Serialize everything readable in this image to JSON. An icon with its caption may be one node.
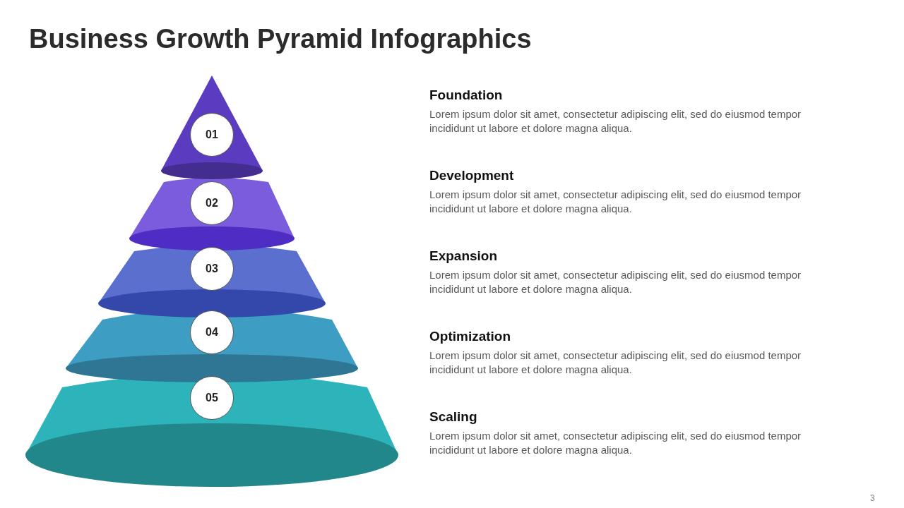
{
  "diagram": {
    "title": "Business Growth Pyramid Infographics",
    "nodes": [
      {
        "text": [
          "01"
        ]
      },
      {
        "text": [
          "02"
        ]
      },
      {
        "text": [
          "03"
        ]
      },
      {
        "text": [
          "04"
        ]
      },
      {
        "text": [
          "05"
        ]
      }
    ],
    "labels": [
      "Foundation",
      "Lorem ipsum dolor sit amet, consectetur adipiscing elit, sed do eiusmod tempor incididunt ut labore et dolore magna aliqua.",
      "Development",
      "Lorem ipsum dolor sit amet, consectetur adipiscing elit, sed do eiusmod tempor incididunt ut labore et dolore magna aliqua.",
      "Expansion",
      "Lorem ipsum dolor sit amet, consectetur adipiscing elit, sed do eiusmod tempor incididunt ut labore et dolore magna aliqua.",
      "Optimization",
      "Lorem ipsum dolor sit amet, consectetur adipiscing elit, sed do eiusmod tempor incididunt ut labore et dolore magna aliqua.",
      "Scaling",
      "Lorem ipsum dolor sit amet, consectetur adipiscing elit, sed do eiusmod tempor incididunt ut labore et dolore magna aliqua.",
      "3"
    ]
  }
}
